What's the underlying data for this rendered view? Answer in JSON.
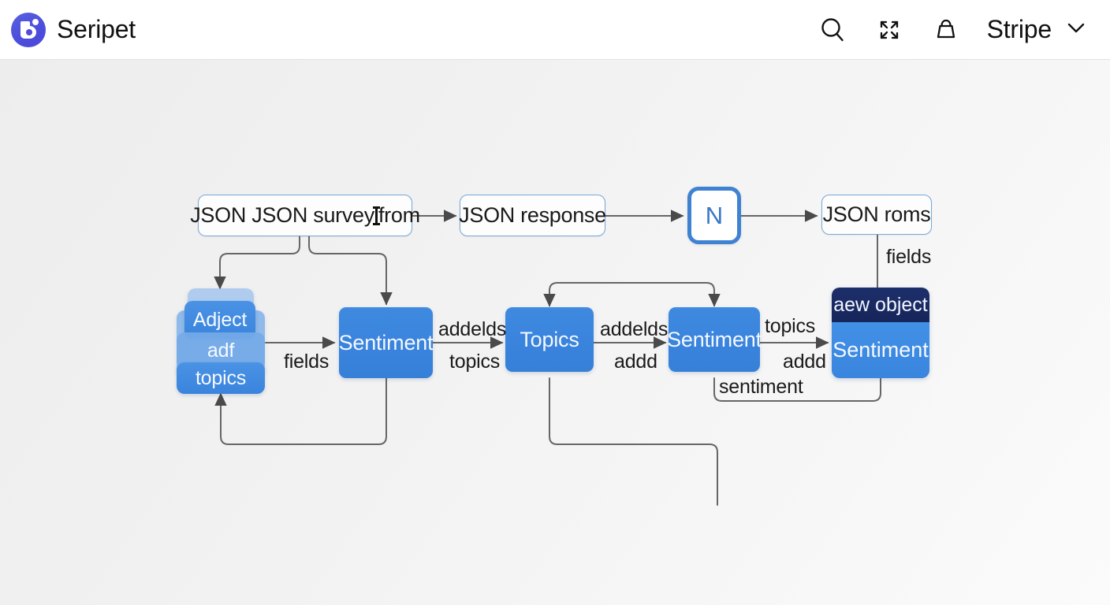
{
  "topbar": {
    "brand_name": "Seripet",
    "logo_icon": "seripet-logo-icon",
    "search_icon": "search-icon",
    "expand_icon": "expand-arrows-icon",
    "bag_icon": "bag-icon",
    "account_name": "Stripe",
    "chevron_icon": "chevron-down-icon"
  },
  "diagram": {
    "type": "flowchart",
    "nodes": [
      {
        "id": "n_survey",
        "label_prefix": "JSON JSON survey",
        "label_suffix": "from",
        "has_caret": true,
        "style": "outline"
      },
      {
        "id": "n_response",
        "label": "JSON response",
        "style": "outline"
      },
      {
        "id": "n_badge",
        "label": "N",
        "style": "badge"
      },
      {
        "id": "n_roms",
        "label": "JSON roms",
        "style": "outline"
      },
      {
        "id": "n_stack",
        "style": "stack",
        "layers": [
          "Adject",
          "adf",
          "topics"
        ]
      },
      {
        "id": "n_sentiment1",
        "label": "Sentiment",
        "style": "blue"
      },
      {
        "id": "n_topics",
        "label": "Topics",
        "style": "blue"
      },
      {
        "id": "n_sentiment2",
        "label": "Sentiment",
        "style": "blue"
      },
      {
        "id": "n_object",
        "head_label": "aew object",
        "body_label": "Sentiment",
        "style": "split"
      }
    ],
    "edge_labels": [
      {
        "id": "e_fields_top",
        "text": "fields",
        "has_caret": true
      },
      {
        "id": "e_fields_left",
        "text": "fields"
      },
      {
        "id": "e_addelds_1",
        "text": "addelds"
      },
      {
        "id": "e_topics_1",
        "text": "topics"
      },
      {
        "id": "e_addelds_2",
        "text": "addelds"
      },
      {
        "id": "e_addd_1",
        "text": "addd"
      },
      {
        "id": "e_topics_2",
        "text": "topics"
      },
      {
        "id": "e_addd_2",
        "text": "addd"
      },
      {
        "id": "e_sentiment",
        "text": "sentiment"
      }
    ]
  }
}
